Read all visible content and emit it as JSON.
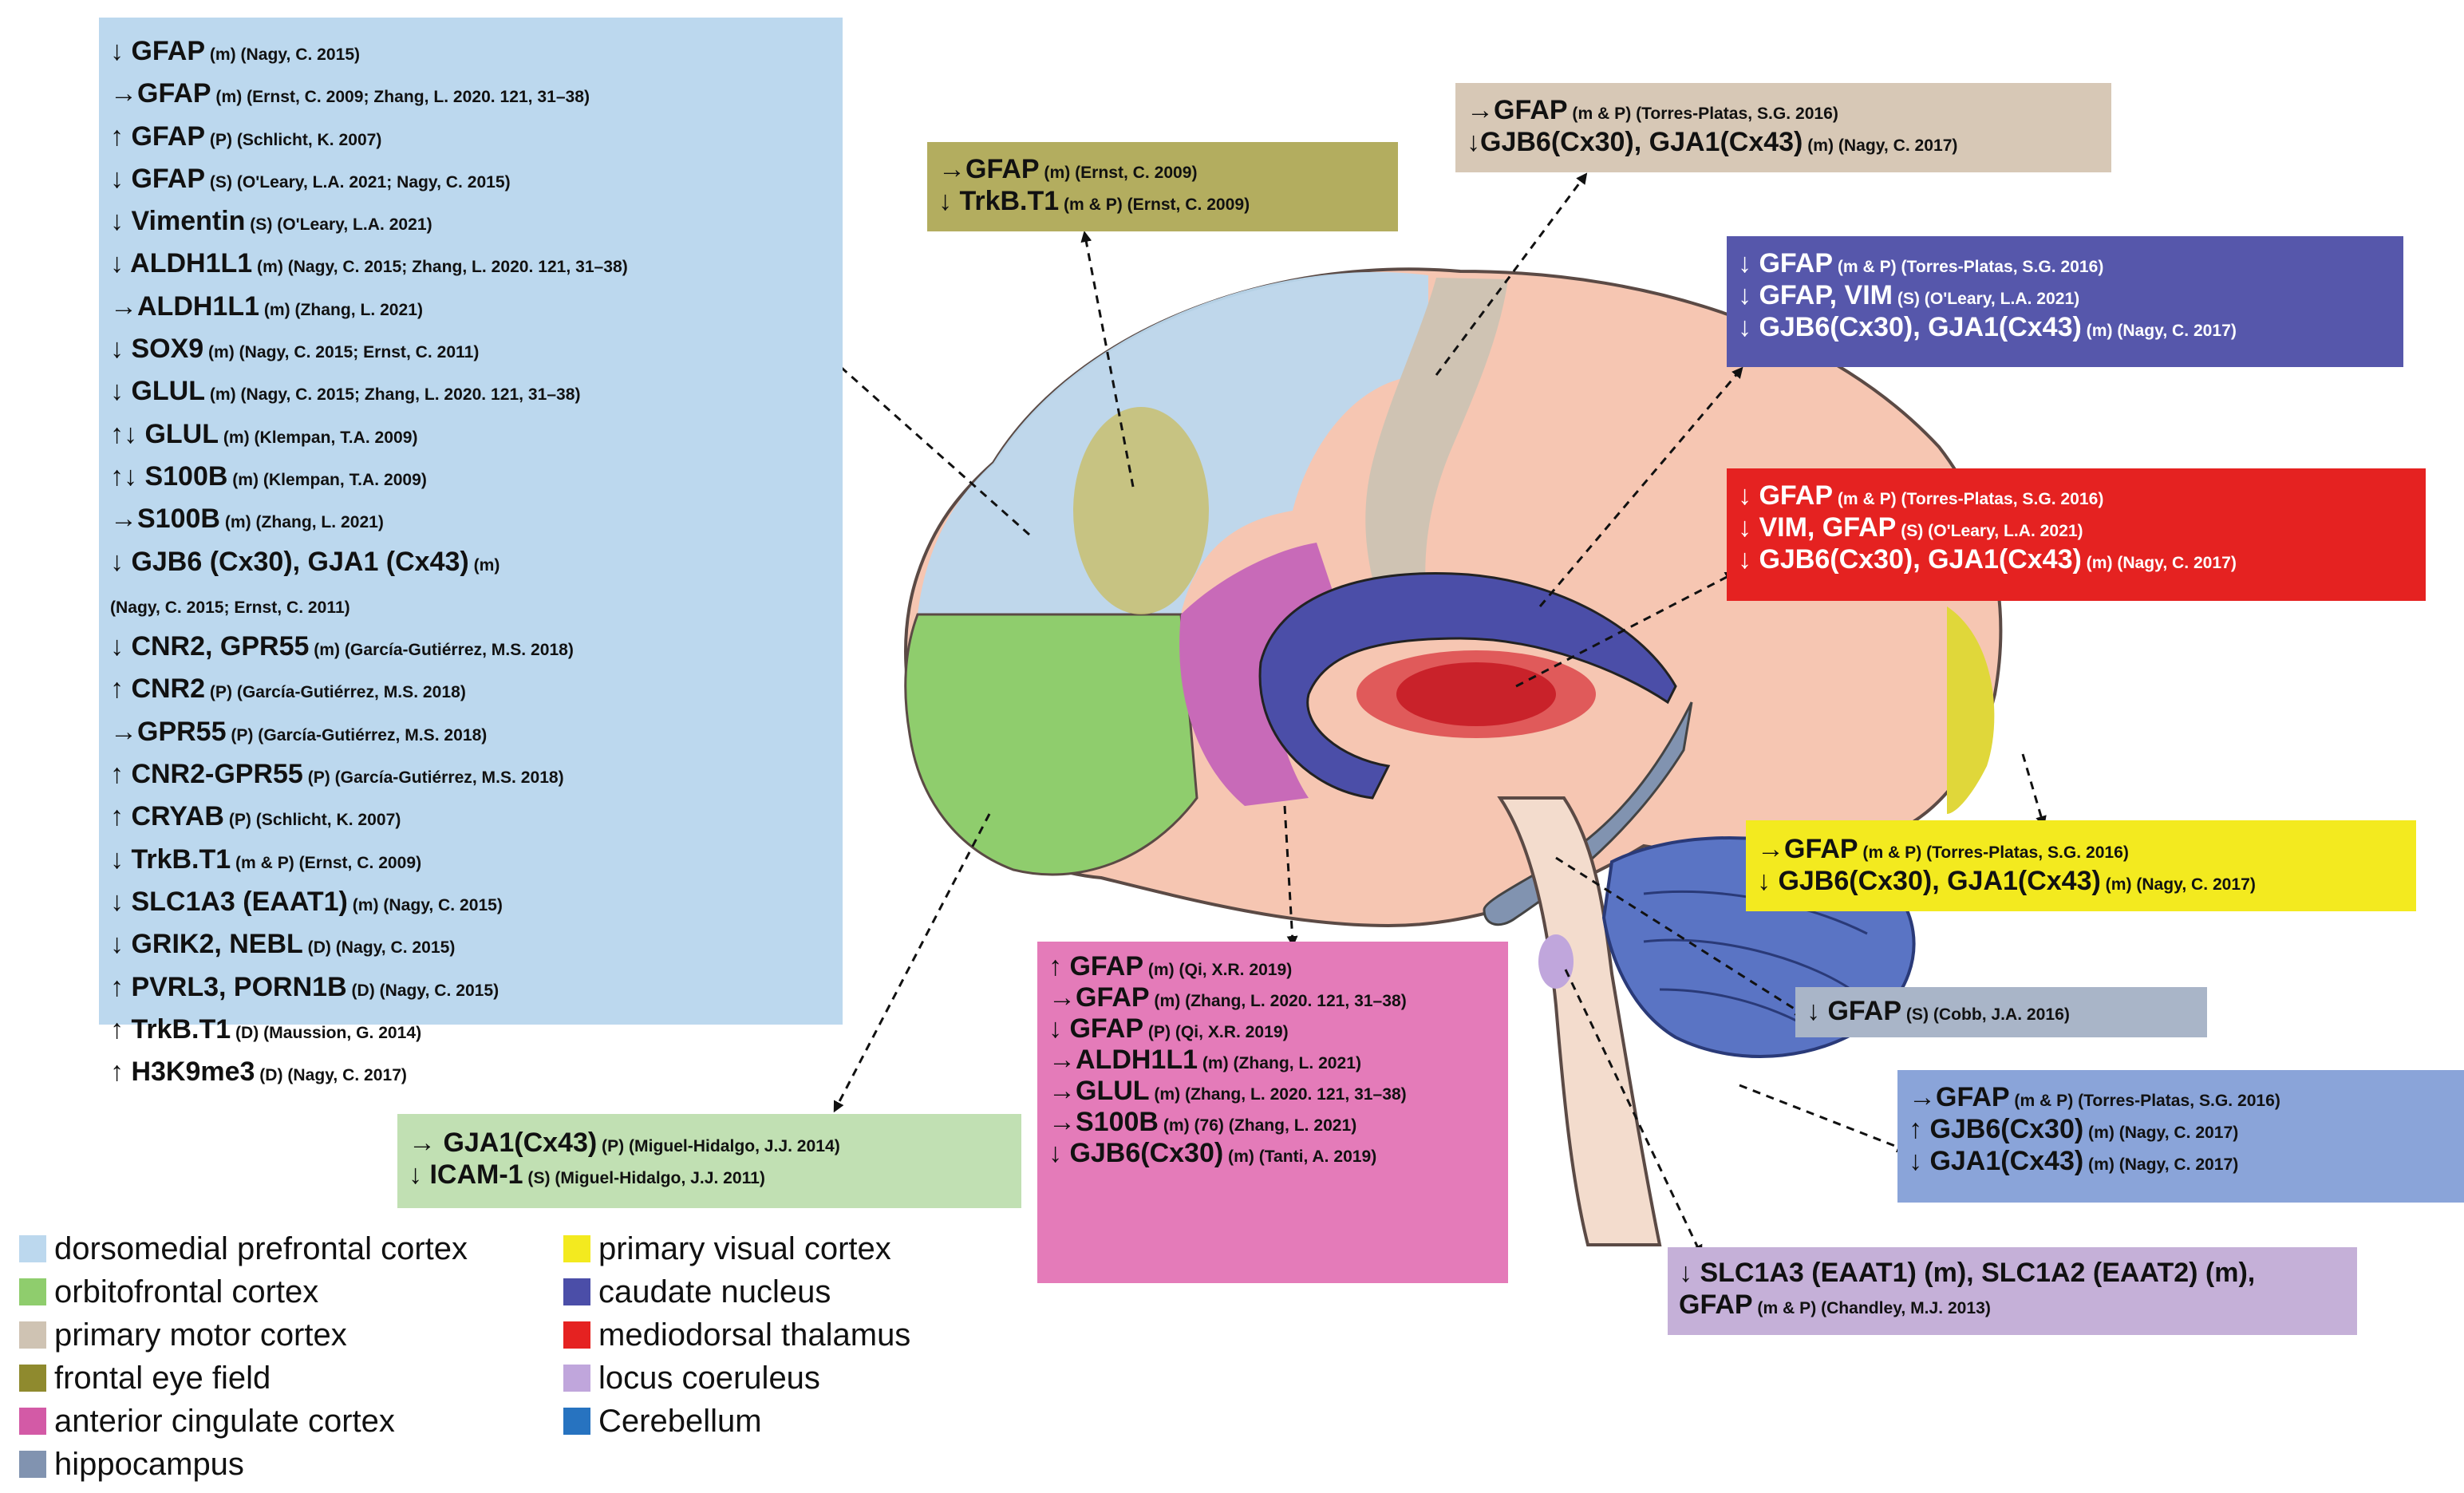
{
  "boxes": {
    "dmpfc": {
      "color": "#bcd8ee",
      "lines": [
        {
          "gene": "↓ GFAP",
          "ref": "(m) (Nagy, C. 2015)"
        },
        {
          "gene": "→GFAP",
          "ref": "(m) (Ernst, C. 2009; Zhang, L. 2020. 121, 31–38)"
        },
        {
          "gene": "↑ GFAP",
          "ref": "(P) (Schlicht, K. 2007)"
        },
        {
          "gene": "↓ GFAP",
          "ref": "(S) (O'Leary, L.A. 2021; Nagy, C. 2015)"
        },
        {
          "gene": "↓ Vimentin",
          "ref": "(S) (O'Leary, L.A. 2021)"
        },
        {
          "gene": "↓ ALDH1L1",
          "ref": "(m) (Nagy, C. 2015; Zhang, L. 2020. 121, 31–38)"
        },
        {
          "gene": "→ALDH1L1",
          "ref": "(m) (Zhang, L. 2021)"
        },
        {
          "gene": "↓ SOX9",
          "ref": "(m) (Nagy, C. 2015; Ernst, C. 2011)"
        },
        {
          "gene": "↓ GLUL",
          "ref": "(m) (Nagy, C. 2015; Zhang, L. 2020. 121, 31–38)"
        },
        {
          "gene": "↑↓ GLUL",
          "ref": "(m) (Klempan, T.A. 2009)"
        },
        {
          "gene": "↑↓ S100B",
          "ref": "(m) (Klempan, T.A. 2009)"
        },
        {
          "gene": "→S100B",
          "ref": "(m) (Zhang, L. 2021)"
        },
        {
          "gene": "↓ GJB6 (Cx30), GJA1 (Cx43)",
          "ref": "(m)"
        },
        {
          "gene": "",
          "ref": "(Nagy, C. 2015; Ernst, C. 2011)"
        },
        {
          "gene": "↓ CNR2, GPR55",
          "ref": "(m) (García-Gutiérrez, M.S. 2018)"
        },
        {
          "gene": "↑ CNR2",
          "ref": "(P) (García-Gutiérrez, M.S. 2018)"
        },
        {
          "gene": "→GPR55",
          "ref": "(P) (García-Gutiérrez, M.S. 2018)"
        },
        {
          "gene": "↑ CNR2-GPR55",
          "ref": "(P) (García-Gutiérrez, M.S. 2018)"
        },
        {
          "gene": "↑ CRYAB",
          "ref": "(P) (Schlicht, K. 2007)"
        },
        {
          "gene": "↓ TrkB.T1",
          "ref": "(m & P) (Ernst, C. 2009)"
        },
        {
          "gene": "↓ SLC1A3 (EAAT1)",
          "ref": "(m) (Nagy, C. 2015)"
        },
        {
          "gene": "↓ GRIK2, NEBL",
          "ref": "(D) (Nagy, C. 2015)"
        },
        {
          "gene": "↑ PVRL3, PORN1B",
          "ref": "(D) (Nagy, C. 2015)"
        },
        {
          "gene": "↑ TrkB.T1",
          "ref": "(D) (Maussion, G. 2014)"
        },
        {
          "gene": "↑ H3K9me3",
          "ref": "(D) (Nagy, C. 2017)"
        }
      ]
    },
    "fef": {
      "color": "#b3ad5f",
      "lines": [
        {
          "gene": "→GFAP",
          "ref": "(m) (Ernst, C. 2009)"
        },
        {
          "gene": "↓ TrkB.T1",
          "ref": "(m & P) (Ernst, C. 2009)"
        }
      ]
    },
    "m1": {
      "color": "#d7c8b6",
      "lines": [
        {
          "gene": "→GFAP",
          "ref": "(m & P) (Torres-Platas, S.G. 2016)"
        },
        {
          "gene": "↓GJB6(Cx30), GJA1(Cx43)",
          "ref": "(m) (Nagy, C. 2017)"
        }
      ]
    },
    "caudate": {
      "color": "#5657ab",
      "lines": [
        {
          "gene": "↓ GFAP",
          "ref": "(m & P) (Torres-Platas, S.G. 2016)"
        },
        {
          "gene": "↓ GFAP, VIM",
          "ref": "(S) (O'Leary, L.A. 2021)"
        },
        {
          "gene": "↓ GJB6(Cx30), GJA1(Cx43)",
          "ref": "(m) (Nagy, C. 2017)"
        }
      ]
    },
    "thalamus": {
      "color": "#e52221",
      "lines": [
        {
          "gene": "↓ GFAP",
          "ref": "(m & P) (Torres-Platas, S.G. 2016)"
        },
        {
          "gene": "↓ VIM, GFAP",
          "ref": "(S) (O'Leary, L.A. 2021)"
        },
        {
          "gene": "↓ GJB6(Cx30), GJA1(Cx43)",
          "ref": "(m) (Nagy, C. 2017)"
        }
      ]
    },
    "visual": {
      "color": "#f3ea1f",
      "lines": [
        {
          "gene": "→GFAP",
          "ref": "(m & P) (Torres-Platas, S.G. 2016)"
        },
        {
          "gene": "↓ GJB6(Cx30), GJA1(Cx43)",
          "ref": "(m) (Nagy, C. 2017)"
        }
      ]
    },
    "hippocampus": {
      "color": "#a9b5c8",
      "lines": [
        {
          "gene": "↓ GFAP",
          "ref": "(S) (Cobb, J.A. 2016)"
        }
      ]
    },
    "cerebellum": {
      "color": "#8aa4d9",
      "lines": [
        {
          "gene": "→GFAP",
          "ref": "(m & P) (Torres-Platas, S.G. 2016)"
        },
        {
          "gene": "↑ GJB6(Cx30)",
          "ref": "(m) (Nagy, C. 2017)"
        },
        {
          "gene": "↓ GJA1(Cx43)",
          "ref": "(m) (Nagy, C. 2017)"
        }
      ]
    },
    "lc": {
      "color": "#c5b0d8",
      "lines": [
        {
          "gene": "↓ SLC1A3 (EAAT1) (m), SLC1A2 (EAAT2) (m),",
          "ref": ""
        },
        {
          "gene": "GFAP",
          "ref": "(m & P) (Chandley, M.J. 2013)"
        }
      ]
    },
    "acc": {
      "color": "#e47bb9",
      "lines": [
        {
          "gene": "↑ GFAP",
          "ref": "(m) (Qi, X.R. 2019)"
        },
        {
          "gene": "→GFAP",
          "ref": "(m) (Zhang, L. 2020. 121, 31–38)"
        },
        {
          "gene": "↓ GFAP",
          "ref": "(P) (Qi, X.R. 2019)"
        },
        {
          "gene": "→ALDH1L1",
          "ref": "(m) (Zhang, L. 2021)"
        },
        {
          "gene": "→GLUL",
          "ref": "(m) (Zhang, L. 2020. 121, 31–38)"
        },
        {
          "gene": "→S100B",
          "ref": "(m) (76) (Zhang, L. 2021)"
        },
        {
          "gene": "↓ GJB6(Cx30)",
          "ref": "(m) (Tanti, A. 2019)"
        }
      ]
    },
    "ofc": {
      "color": "#c1e0b3",
      "lines": [
        {
          "gene": "→ GJA1(Cx43)",
          "ref": "(P) (Miguel-Hidalgo, J.J. 2014)"
        },
        {
          "gene": "↓ ICAM-1",
          "ref": "(S) (Miguel-Hidalgo, J.J. 2011)"
        }
      ]
    }
  },
  "legend": {
    "left": [
      {
        "label": "dorsomedial prefrontal cortex",
        "color": "#bcd8ee"
      },
      {
        "label": "orbitofrontal cortex",
        "color": "#8fcd6d"
      },
      {
        "label": "primary motor cortex",
        "color": "#cfc3b3"
      },
      {
        "label": "frontal eye field",
        "color": "#8f8a2e"
      },
      {
        "label": "anterior cingulate cortex",
        "color": "#d35aa6"
      },
      {
        "label": "hippocampus",
        "color": "#8193b0"
      }
    ],
    "right": [
      {
        "label": "primary visual cortex",
        "color": "#f3ea1f"
      },
      {
        "label": "caudate nucleus",
        "color": "#4b4ea8"
      },
      {
        "label": "mediodorsal thalamus",
        "color": "#e52221"
      },
      {
        "label": "locus coeruleus",
        "color": "#c0a6dc"
      },
      {
        "label": "Cerebellum",
        "color": "#2773c0"
      }
    ]
  }
}
